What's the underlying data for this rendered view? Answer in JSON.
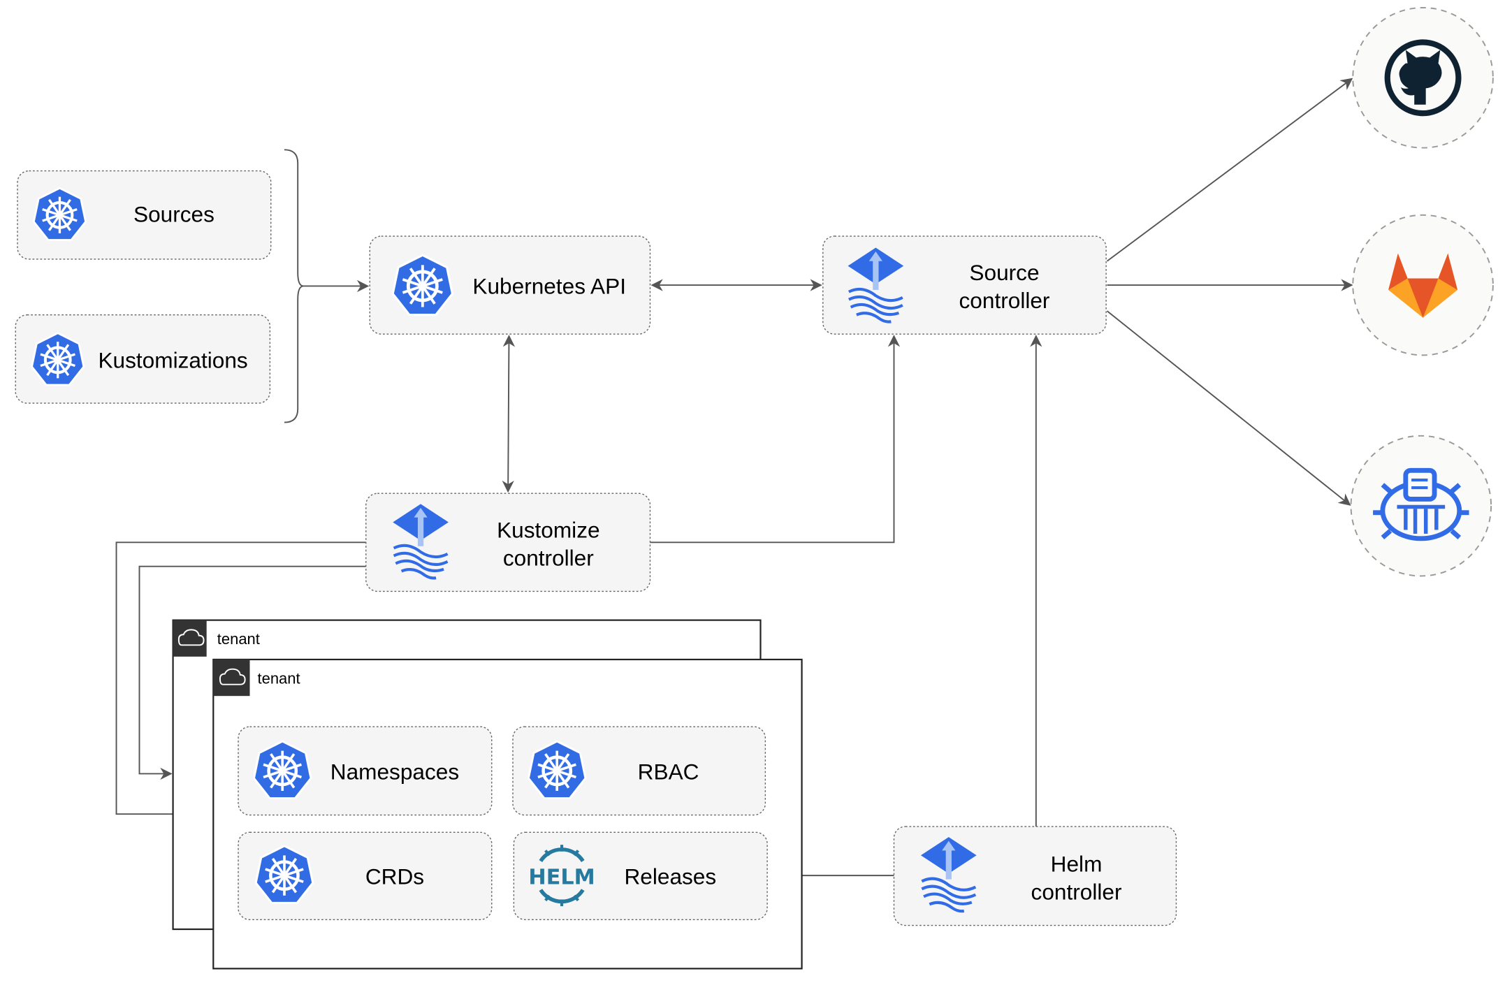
{
  "nodes": {
    "sources": "Sources",
    "kustomizations": "Kustomizations",
    "kubernetes_api": "Kubernetes API",
    "source_controller": [
      "Source",
      "controller"
    ],
    "kustomize_controller": [
      "Kustomize",
      "controller"
    ],
    "helm_controller": [
      "Helm",
      "controller"
    ],
    "namespaces": "Namespaces",
    "rbac": "RBAC",
    "crds": "CRDs",
    "releases": "Releases"
  },
  "tenants": [
    "tenant",
    "tenant"
  ],
  "helm_logo_text": "HELM",
  "external": [
    "github-icon",
    "gitlab-icon",
    "harbor-icon"
  ],
  "colors": {
    "kubernetes_blue": "#326ce5",
    "flux_blue": "#316ce6",
    "github": "#0f2232",
    "gitlab_orange": "#e65528",
    "gitlab_yellow": "#fca326",
    "helm": "#277a9f",
    "tenant_header": "#333333",
    "edge": "#555555"
  }
}
